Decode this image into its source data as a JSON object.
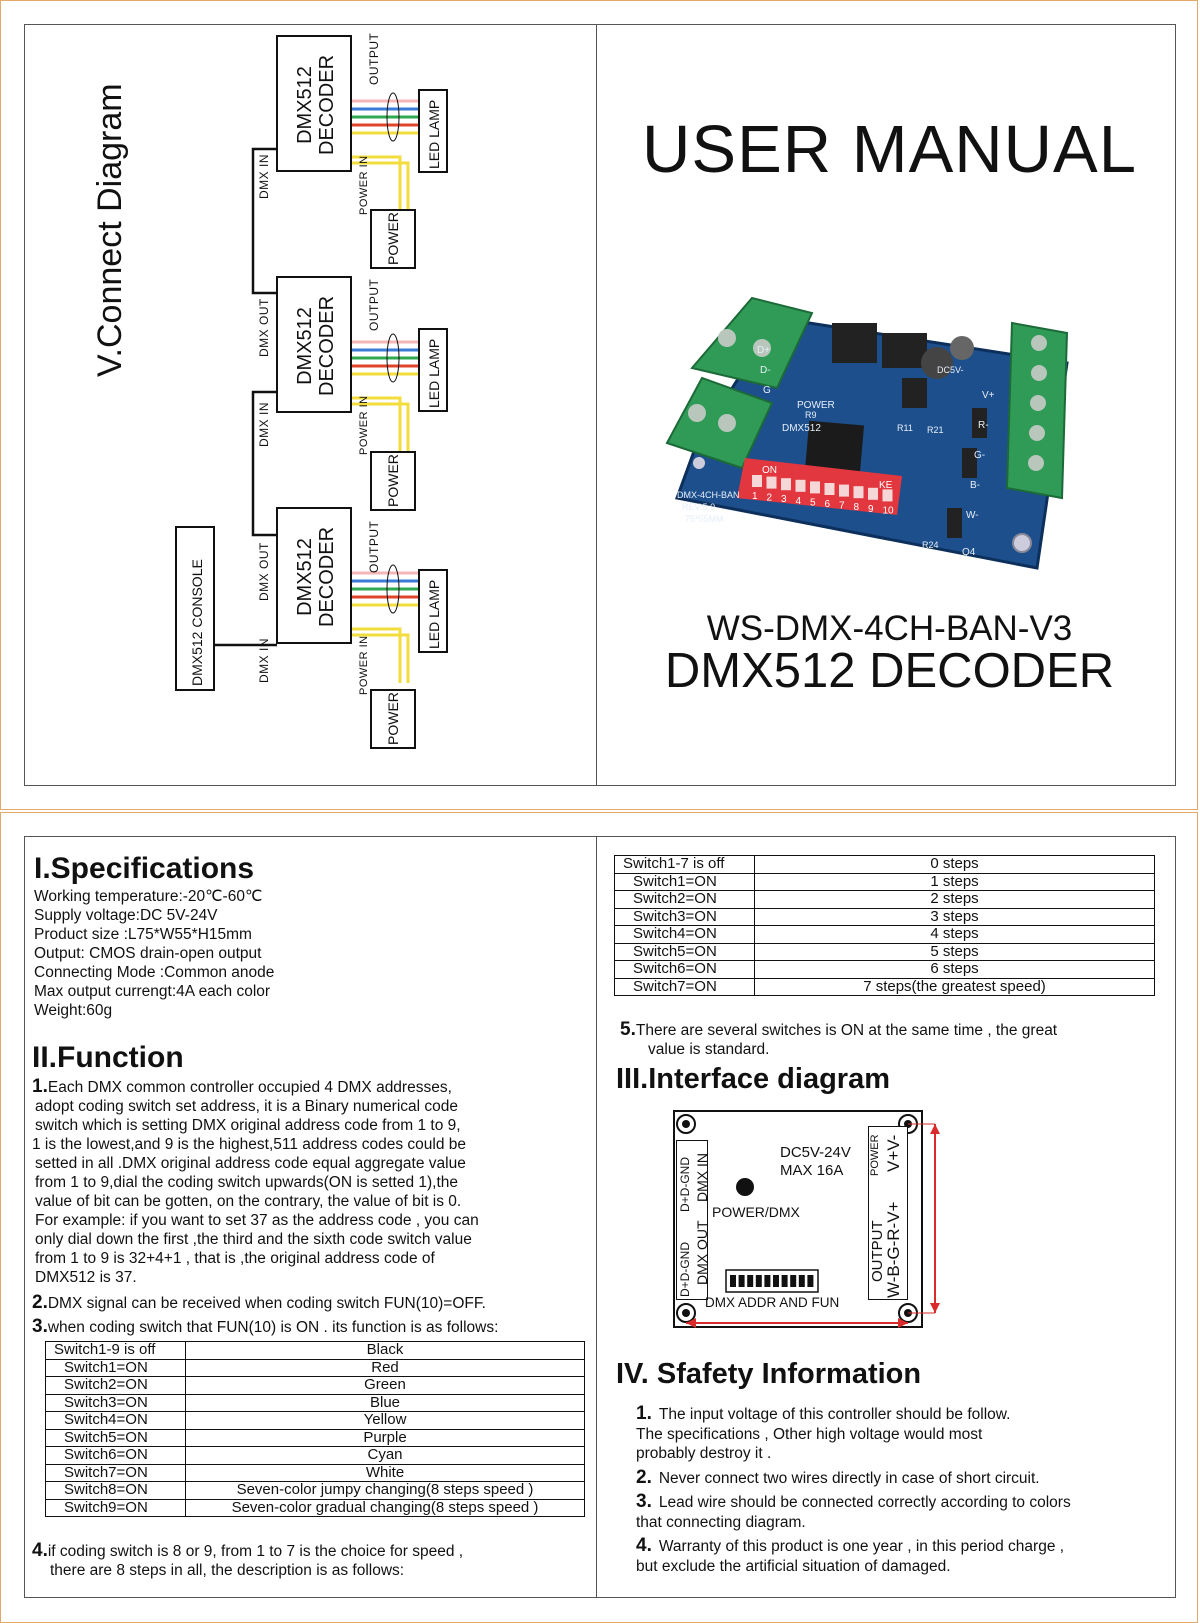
{
  "connect_diagram": {
    "title": "V.Connect Diagram",
    "console": "DMX512 CONSOLE",
    "decoder_line1": "DMX512",
    "decoder_line2": "DECODER",
    "output": "OUTPUT",
    "led_lamp": "LED LAMP",
    "power_in": "POWER IN",
    "power": "POWER",
    "dmx_in": "DMX IN",
    "dmx_out": "DMX OUT",
    "wire_colors": [
      "#f4b6b6",
      "#3a7bd5",
      "#2fa84f",
      "#e0452a",
      "#f3dd3d"
    ]
  },
  "cover": {
    "title": "USER MANUAL",
    "model": "WS-DMX-4CH-BAN-V3",
    "product": "DMX512 DECODER",
    "pcb_text": {
      "on": "ON",
      "ke": "KE",
      "switch_numbers": [
        "1",
        "2",
        "3",
        "4",
        "5",
        "6",
        "7",
        "8",
        "9",
        "10"
      ],
      "dc5v": "DC5V-",
      "power_label": "POWER",
      "board_name": "DMX-4CH-BAN",
      "rev": "REV:5.0",
      "size": "75*55MM",
      "dmx512": "DMX512",
      "q4": "Q4",
      "r24": "R24",
      "r11": "R11",
      "r21": "R21",
      "r9": "R9",
      "pins_right": [
        "V+",
        "R-",
        "G-",
        "B-",
        "W-"
      ],
      "pins_left": [
        "D+",
        "D-",
        "G"
      ]
    }
  },
  "specifications": {
    "heading": "I.Specifications",
    "lines": [
      "Working temperature:-20℃-60℃",
      "Supply voltage:DC 5V-24V",
      "Product size :L75*W55*H15mm",
      "Output: CMOS drain-open output",
      "Connecting Mode :Common anode",
      "Max output currengt:4A  each color",
      "Weight:60g"
    ]
  },
  "function": {
    "heading": "II.Function",
    "p1_num": "1.",
    "p1_lines": [
      "Each DMX common controller occupied 4 DMX addresses,",
      "adopt coding switch set address, it is a Binary numerical code",
      "switch which is setting DMX original address code from 1 to 9,",
      "1 is the lowest,and 9 is the highest,511 address codes  could be",
      "setted  in all .DMX original address code equal aggregate value",
      "from 1 to 9,dial the coding switch upwards(ON is setted 1),the",
      "value of bit can be  gotten, on the contrary, the value of bit is 0.",
      "For example: if you want to set 37 as the address code , you can",
      "only dial down the first ,the third and the  sixth code switch value",
      "from 1 to 9 is 32+4+1  , that is ,the original address  code of",
      "DMX512 is 37."
    ],
    "p2_num": "2.",
    "p2": "DMX signal can be received when coding switch FUN(10)=OFF.",
    "p3_num": "3.",
    "p3": "when coding switch that FUN(10) is ON . its function is as follows:",
    "table1": [
      [
        "Switch1-9 is off",
        "Black"
      ],
      [
        "Switch1=ON",
        "Red"
      ],
      [
        "Switch2=ON",
        "Green"
      ],
      [
        "Switch3=ON",
        "Blue"
      ],
      [
        "Switch4=ON",
        "Yellow"
      ],
      [
        "Switch5=ON",
        "Purple"
      ],
      [
        "Switch6=ON",
        "Cyan"
      ],
      [
        "Switch7=ON",
        "White"
      ],
      [
        "Switch8=ON",
        "Seven-color jumpy changing(8 steps speed )"
      ],
      [
        "Switch9=ON",
        "Seven-color gradual changing(8 steps speed )"
      ]
    ],
    "p4_num": "4.",
    "p4_line1": "if coding switch is 8 or 9,  from 1 to 7 is the choice for speed ,",
    "p4_line2": "there are 8 steps in all, the description is as follows:",
    "table2": [
      [
        "Switch1-7 is off",
        "0 steps"
      ],
      [
        "Switch1=ON",
        "1 steps"
      ],
      [
        "Switch2=ON",
        "2 steps"
      ],
      [
        "Switch3=ON",
        "3 steps"
      ],
      [
        "Switch4=ON",
        "4 steps"
      ],
      [
        "Switch5=ON",
        "5 steps"
      ],
      [
        "Switch6=ON",
        "6 steps"
      ],
      [
        "Switch7=ON",
        "7 steps(the greatest speed)"
      ]
    ],
    "p5_num": "5.",
    "p5_line1": "There are several switches is ON at the same time , the great",
    "p5_line2": "value is standard."
  },
  "interface": {
    "heading": "III.Interface diagram",
    "dc": "DC5V-24V",
    "max": "MAX 16A",
    "power_dmx": "POWER/DMX",
    "dmx_addr": "DMX ADDR AND FUN",
    "dmx_in": "DMX IN",
    "dmx_out": "DMX OUT",
    "d_pins": "D+D-GND",
    "output": "OUTPUT",
    "power": "POWER",
    "out_pins": "W-B-G-R-V+",
    "pwr_pins": "V+V-"
  },
  "safety": {
    "heading": "IV. Sfafety Information",
    "items": [
      {
        "num": "1.",
        "lines": [
          "The input voltage of this controller should be follow.",
          "The specifications , Other high voltage would most",
          "probably destroy it ."
        ]
      },
      {
        "num": "2.",
        "lines": [
          "Never connect two wires directly in case of short circuit."
        ]
      },
      {
        "num": "3.",
        "lines": [
          "Lead wire should be connected correctly according to colors",
          "that connecting diagram."
        ]
      },
      {
        "num": "4.",
        "lines": [
          "Warranty of this product is one year , in this period charge ,",
          "but exclude the artificial situation of damaged."
        ]
      }
    ]
  }
}
